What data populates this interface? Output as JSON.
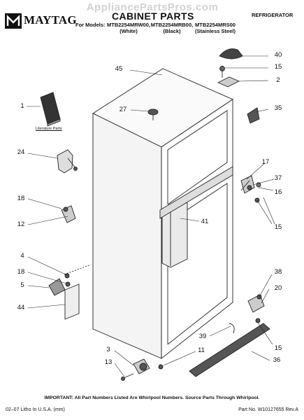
{
  "header": {
    "watermark": "AppliancePartsPros.com",
    "brand": "MAYTAG",
    "title": "CABINET PARTS",
    "category": "REFRIGERATOR",
    "models_label": "For Models:",
    "models": [
      {
        "model": "MTB2254MRW00,",
        "finish": "(White)"
      },
      {
        "model": "MTB2254MRB00,",
        "finish": "(Black)"
      },
      {
        "model": "MTB2254MRS00",
        "finish": "(Stainless Steel)"
      }
    ]
  },
  "literature_caption": "Literature Parts",
  "callouts": {
    "c40": "40",
    "c15a": "15",
    "c2": "2",
    "c45": "45",
    "c1": "1",
    "c27": "27",
    "c35": "35",
    "c24": "24",
    "c17": "17",
    "c37": "37",
    "c16": "16",
    "c18a": "18",
    "c12": "12",
    "c41": "41",
    "c15b": "15",
    "c4": "4",
    "c18b": "18",
    "c5": "5",
    "c44": "44",
    "c38": "38",
    "c20": "20",
    "c39": "39",
    "c15c": "15",
    "c3": "3",
    "c11": "11",
    "c13": "13",
    "c36": "36"
  },
  "footer": {
    "important": "IMPORTANT: All Part Numbers Listed Are Whirlpool Numbers. Source Parts Through Whirlpool.",
    "left": "02–07 Litho In U.S.A. (mm)",
    "right": "Part No. W10127655 Rev.A"
  }
}
